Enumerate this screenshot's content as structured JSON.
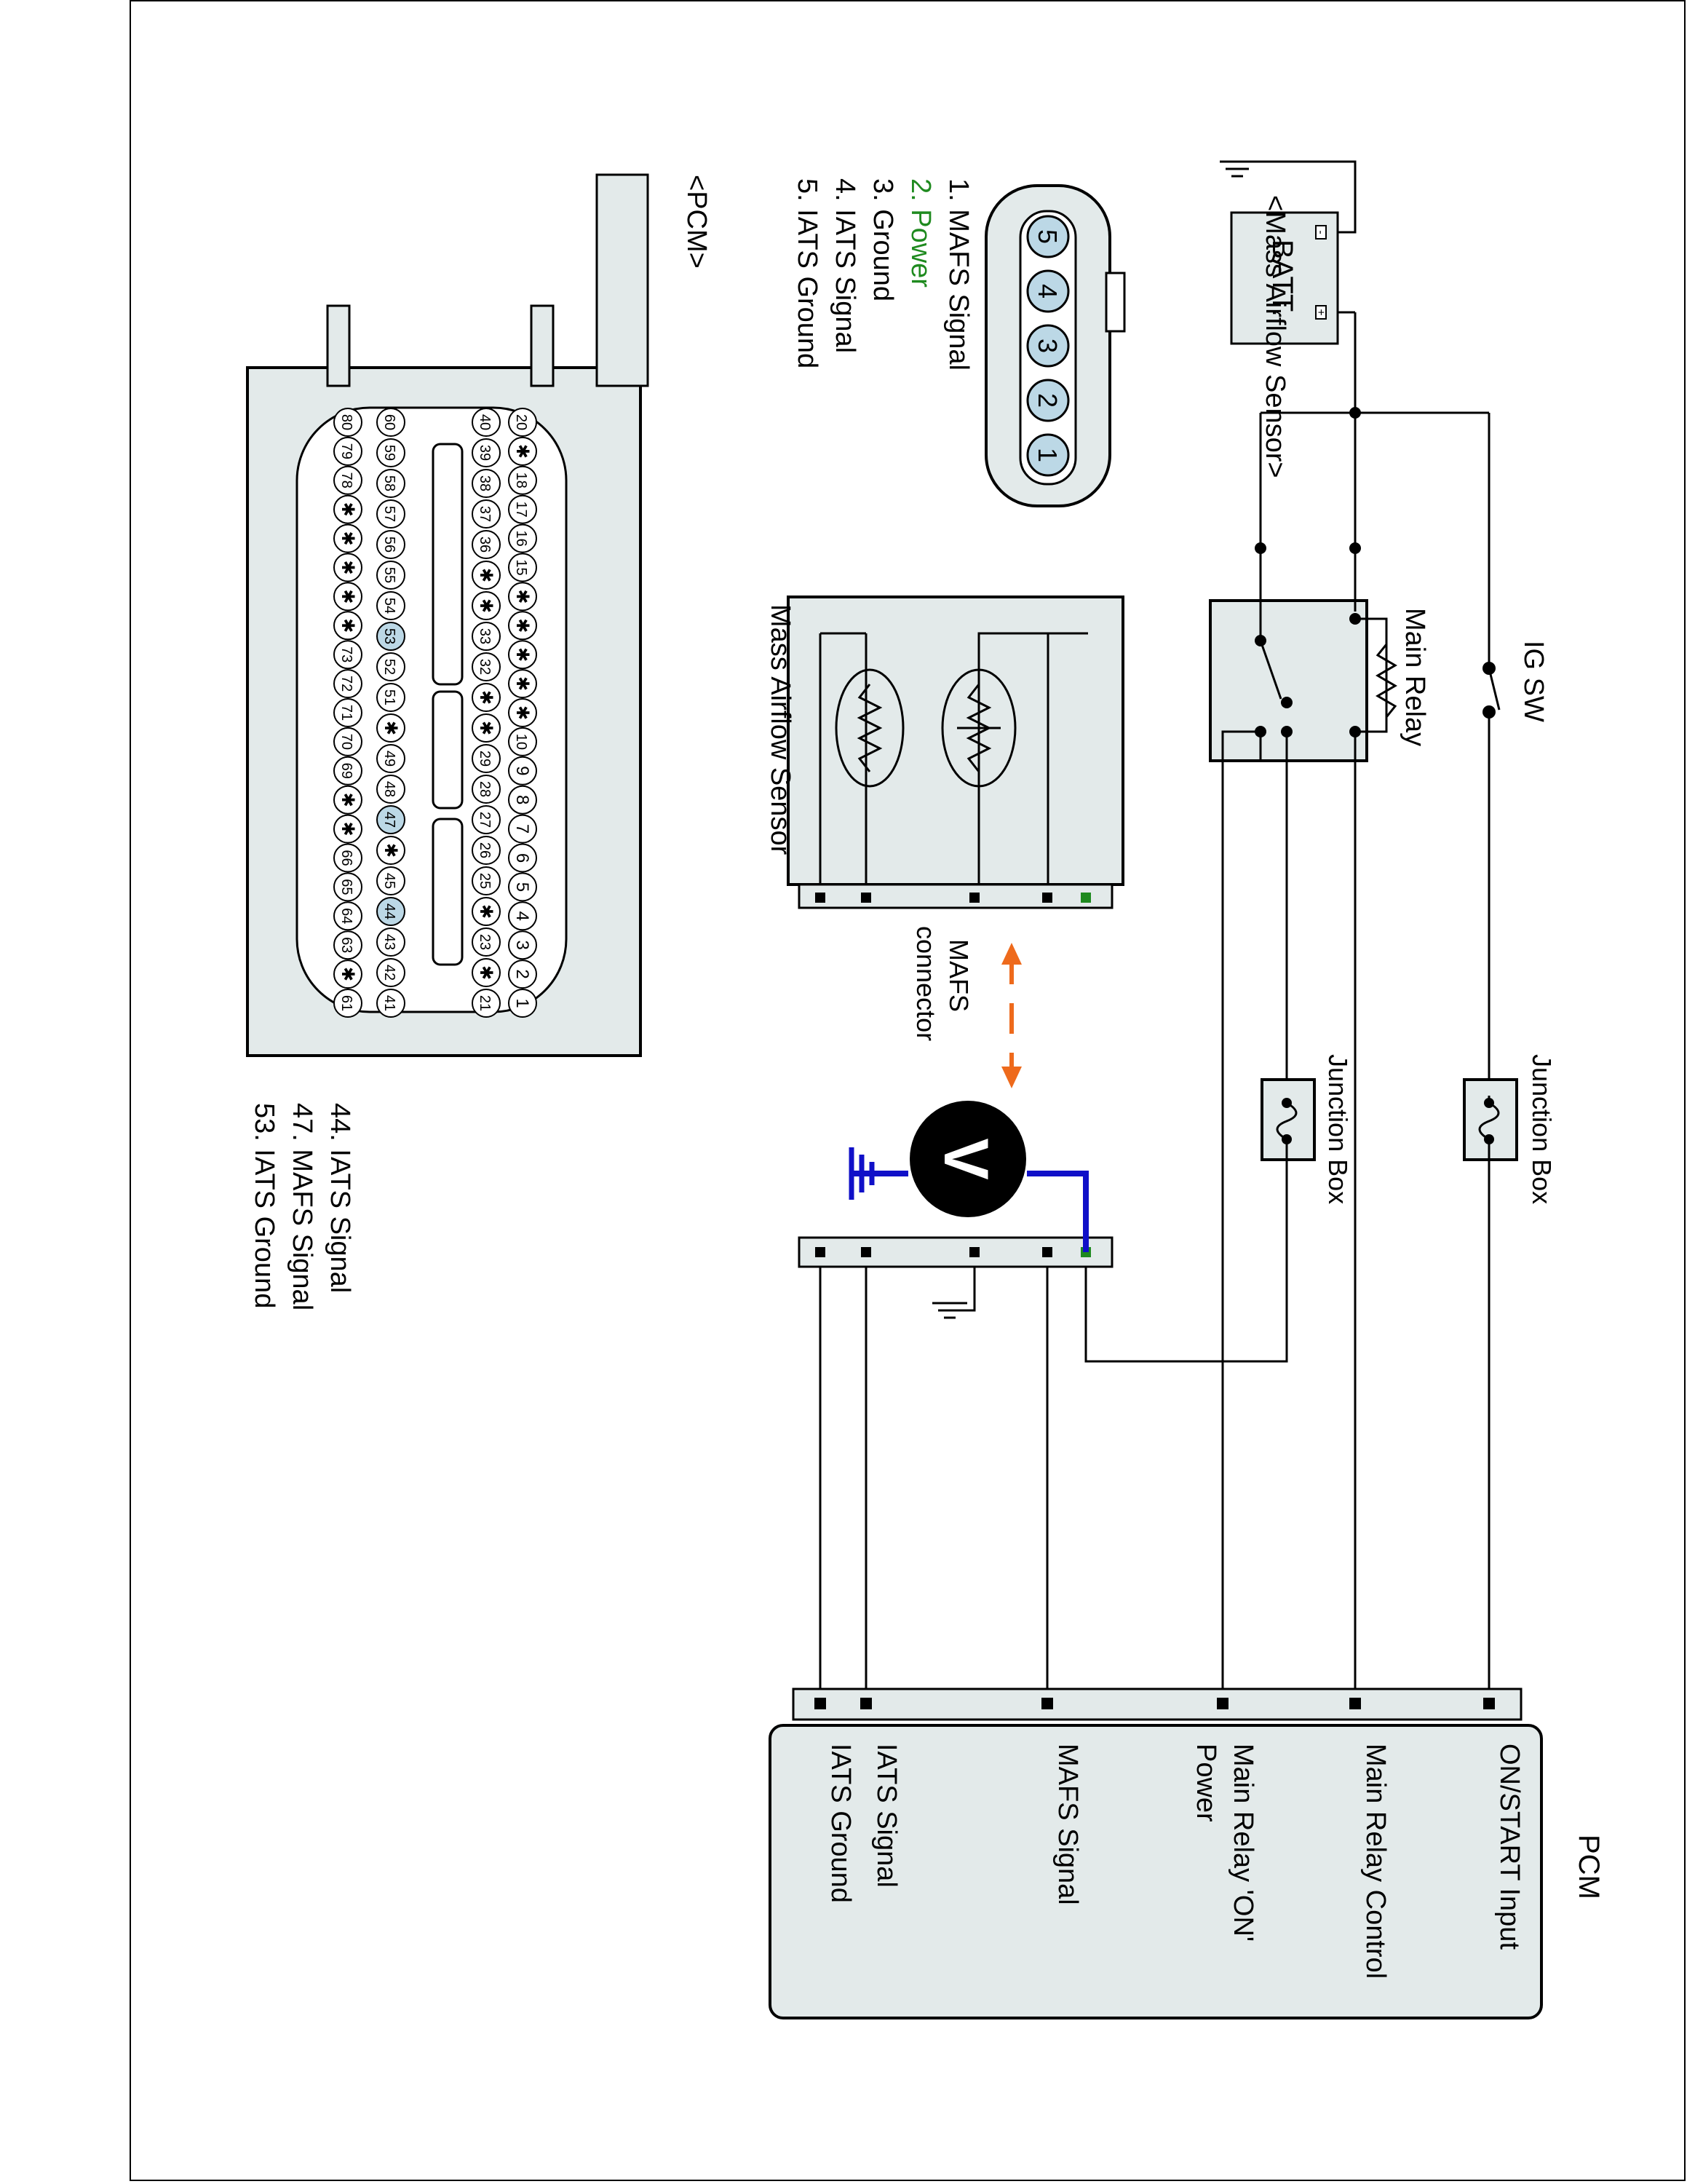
{
  "labels": {
    "batt": "BATT.",
    "batt_minus": "-",
    "batt_plus": "+",
    "ig_sw": "IG SW",
    "main_relay": "Main Relay",
    "junction_box_1": "Junction Box",
    "junction_box_2": "Junction Box",
    "maf_sensor": "Mass Airflow Sensor",
    "mafs_connector_line1": "MAFS",
    "mafs_connector_line2": "connector",
    "voltmeter": "V",
    "pcm": "PCM",
    "maf_header": "<Mass Airflow Sensor>",
    "pcm_header": "<PCM>"
  },
  "pcm_terminals": [
    "ON/START Input",
    "Main Relay Control",
    "Main Relay 'ON'",
    "Power",
    "MAFS Signal",
    "IATS Signal",
    "IATS Ground"
  ],
  "maf_pinout": [
    {
      "text": "1. MAFS Signal",
      "highlight": false
    },
    {
      "text": "2. Power",
      "highlight": true,
      "color": "#1f8a1f"
    },
    {
      "text": "3. Ground",
      "highlight": false
    },
    {
      "text": "4. IATS Signal",
      "highlight": false
    },
    {
      "text": "5. IATS Ground",
      "highlight": false
    }
  ],
  "maf_pins": [
    "5",
    "4",
    "3",
    "2",
    "1"
  ],
  "pcm_pinout": [
    "44. IATS Signal",
    "47. MAFS Signal",
    "53. IATS Ground"
  ],
  "pcm_connector_rows": [
    [
      "20",
      "✱",
      "18",
      "17",
      "16",
      "15",
      "✱",
      "✱",
      "✱",
      "✱",
      "✱",
      "10",
      "9",
      "8",
      "7",
      "6",
      "5",
      "4",
      "3",
      "2",
      "1"
    ],
    [
      "40",
      "39",
      "38",
      "37",
      "36",
      "✱",
      "✱",
      "33",
      "32",
      "✱",
      "✱",
      "29",
      "28",
      "27",
      "26",
      "25",
      "✱",
      "23",
      "✱",
      "21"
    ],
    [
      "60",
      "59",
      "58",
      "57",
      "56",
      "55",
      "54",
      "53",
      "52",
      "51",
      "✱",
      "49",
      "48",
      "47",
      "✱",
      "45",
      "44",
      "43",
      "42",
      "41"
    ],
    [
      "80",
      "79",
      "78",
      "✱",
      "✱",
      "✱",
      "✱",
      "✱",
      "73",
      "72",
      "71",
      "70",
      "69",
      "✱",
      "✱",
      "66",
      "65",
      "64",
      "63",
      "✱",
      "61"
    ]
  ],
  "highlighted_pcm_pins": [
    "44",
    "47",
    "53"
  ],
  "colors": {
    "pin_highlight": "#bcd8e6",
    "power_pin": "#1f8a1f",
    "probe_wire": "#1010c8",
    "arrow": "#ee6a1c",
    "panel_fill": "#e3eaea"
  }
}
